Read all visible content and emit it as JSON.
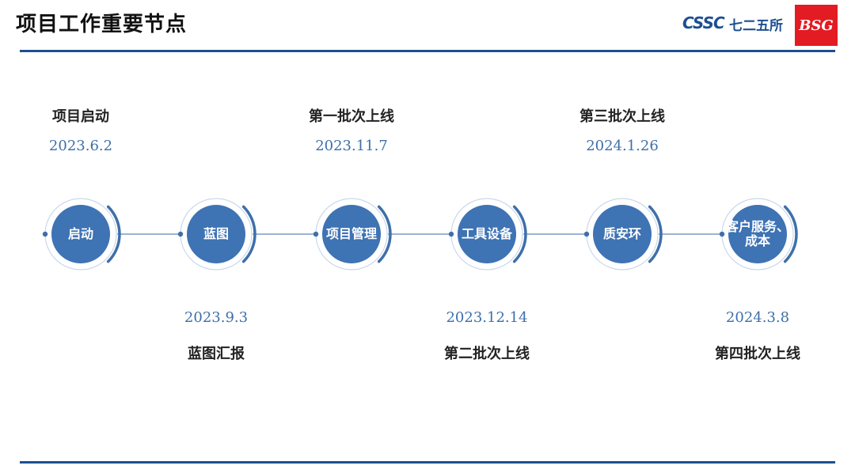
{
  "header": {
    "title": "项目工作重要节点",
    "brand_cssc": "CSSC",
    "brand_cn": "七二五所",
    "brand_bsg": "BSG"
  },
  "milestones": [
    {
      "node": "启动",
      "label": "项目启动",
      "date": "2023.6.2",
      "position": "above"
    },
    {
      "node": "蓝图",
      "label": "蓝图汇报",
      "date": "2023.9.3",
      "position": "below"
    },
    {
      "node": "项目管理",
      "label": "第一批次上线",
      "date": "2023.11.7",
      "position": "above"
    },
    {
      "node": "工具设备",
      "label": "第二批次上线",
      "date": "2023.12.14",
      "position": "below"
    },
    {
      "node": "质安环",
      "label": "第三批次上线",
      "date": "2024.1.26",
      "position": "above"
    },
    {
      "node": "客户服务、成本",
      "label": "第四批次上线",
      "date": "2024.3.8",
      "position": "below"
    }
  ],
  "colors": {
    "node_fill": "#3e73b4",
    "ring": "#c9d8ea",
    "arc": "#3e6faa",
    "connector": "#7e9cc6",
    "accent_rule": "#1d4f91",
    "badge": "#e31b23"
  }
}
